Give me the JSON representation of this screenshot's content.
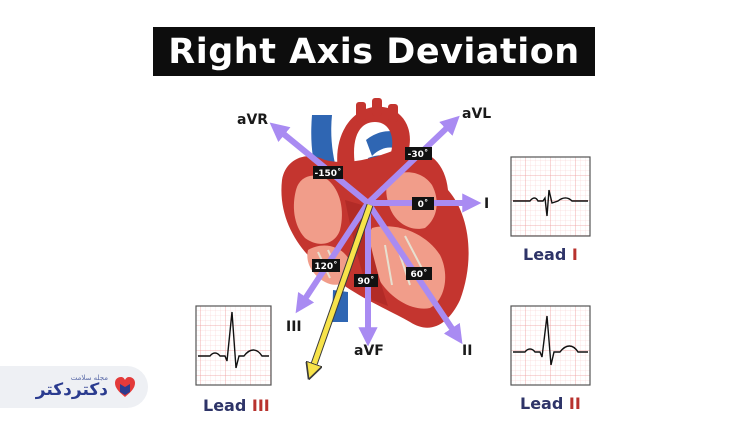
{
  "title": "Right Axis Deviation",
  "axes": {
    "avr": "aVR",
    "avl": "aVL",
    "i": "I",
    "ii": "II",
    "iii": "III",
    "avf": "aVF"
  },
  "angles": {
    "m150": "-150˚",
    "m30": "-30˚",
    "zero": "0˚",
    "p120": "120˚",
    "p90": "90˚",
    "p60": "60˚"
  },
  "lead_panels": {
    "lead1": {
      "prefix": "Lead ",
      "num": "I"
    },
    "lead2": {
      "prefix": "Lead ",
      "num": "II"
    },
    "lead3": {
      "prefix": "Lead ",
      "num": "III"
    }
  },
  "logo": {
    "small_text": "مجله سلامت",
    "main_text": "دکتردکتر"
  },
  "colors": {
    "axis_arrow": "#a98bf2",
    "result_axis": "#f7e34a",
    "ecg_grid": "#f3b5b5",
    "lead_text": "#2e3468",
    "lead_num": "#b8322e"
  }
}
